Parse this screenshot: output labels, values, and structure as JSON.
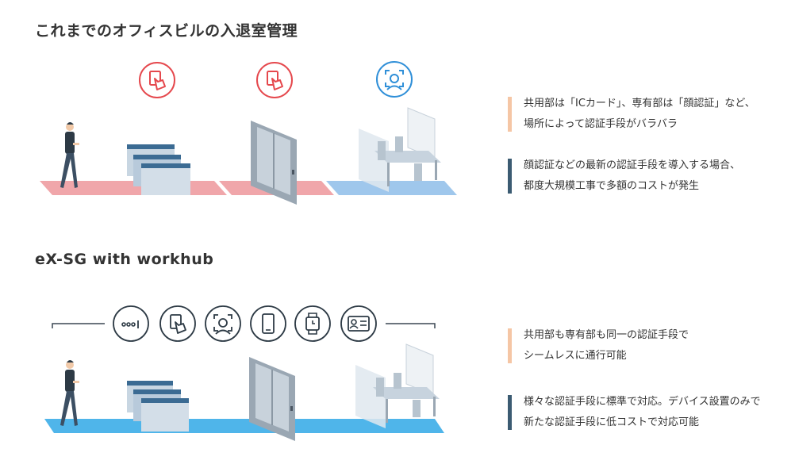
{
  "sections": {
    "before": {
      "title": "これまでのオフィスビルの入退室管理",
      "notes": [
        {
          "lines": [
            "共用部は「ICカード」、専有部は「顔認証」など、",
            "場所によって認証手段がバラバラ"
          ],
          "color": "#f5c6a5"
        },
        {
          "lines": [
            "顔認証などの最新の認証手段を導入する場合、",
            "都度大規模工事で多額のコストが発生"
          ],
          "color": "#3b5b72"
        }
      ],
      "icons": [
        "ic-card-icon",
        "ic-card-icon",
        "face-recognition-icon"
      ]
    },
    "after": {
      "title": "eX-SG  with workhub",
      "notes": [
        {
          "lines": [
            "共用部も専有部も同一の認証手段で",
            "シームレスに通行可能"
          ],
          "color": "#f5c6a5"
        },
        {
          "lines": [
            "様々な認証手段に標準で対応。デバイス設置のみで",
            "新たな認証手段に低コストで対応可能"
          ],
          "color": "#3b5b72"
        }
      ],
      "icons": [
        "pin-code-icon",
        "ic-card-icon",
        "face-recognition-icon",
        "smartphone-icon",
        "smartwatch-icon",
        "id-card-icon"
      ]
    }
  },
  "colors": {
    "red_icon": "#e5484d",
    "blue_icon": "#2f8fd8",
    "dark_icon": "#2d3a45",
    "floor_red": "#f0a6aa",
    "floor_blue_light": "#9fc7ec",
    "floor_blue": "#4fb5ea"
  }
}
